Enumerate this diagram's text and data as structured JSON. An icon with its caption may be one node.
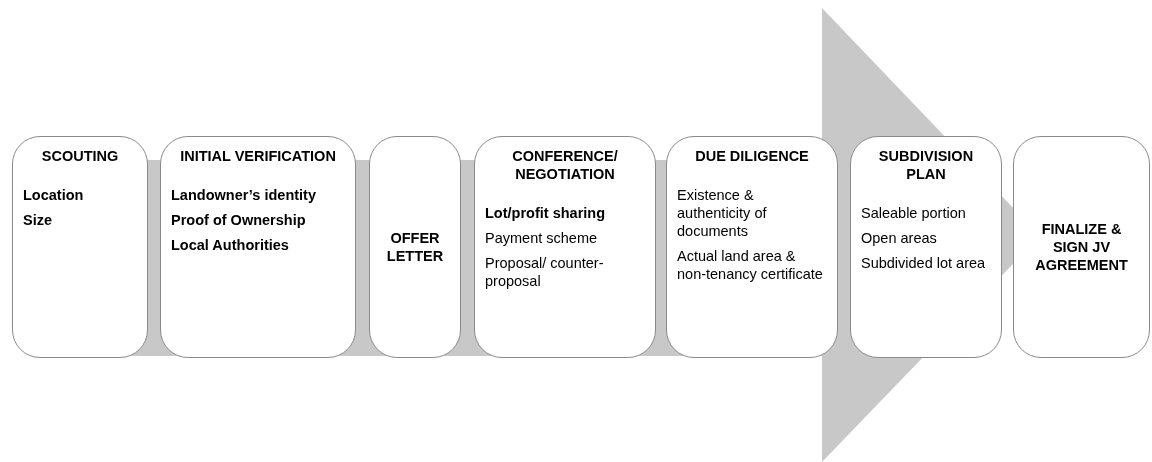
{
  "diagram": {
    "nodes": [
      {
        "text": [
          "SCOUTING",
          "Location",
          "Size"
        ]
      },
      {
        "text": [
          "INITIAL VERIFICATION",
          "Landowner’s identity",
          "Proof of Ownership",
          "Local Authorities"
        ]
      },
      {
        "text": [
          "OFFER LETTER"
        ]
      },
      {
        "text": [
          "CONFERENCE/ NEGOTIATION",
          "Lot/profit sharing",
          "Payment scheme",
          "Proposal/ counter-proposal"
        ]
      },
      {
        "text": [
          "DUE DILIGENCE",
          "Existence & authenticity of documents",
          "Actual land area & non-tenancy certificate"
        ]
      },
      {
        "text": [
          "SUBDIVISION PLAN",
          "Saleable portion",
          "Open areas",
          "Subdivided lot area"
        ]
      },
      {
        "text": [
          "FINALIZE & SIGN JV AGREEMENT"
        ]
      }
    ],
    "edges": [
      {
        "from": 0,
        "to": 6,
        "arrow": "to"
      }
    ]
  }
}
